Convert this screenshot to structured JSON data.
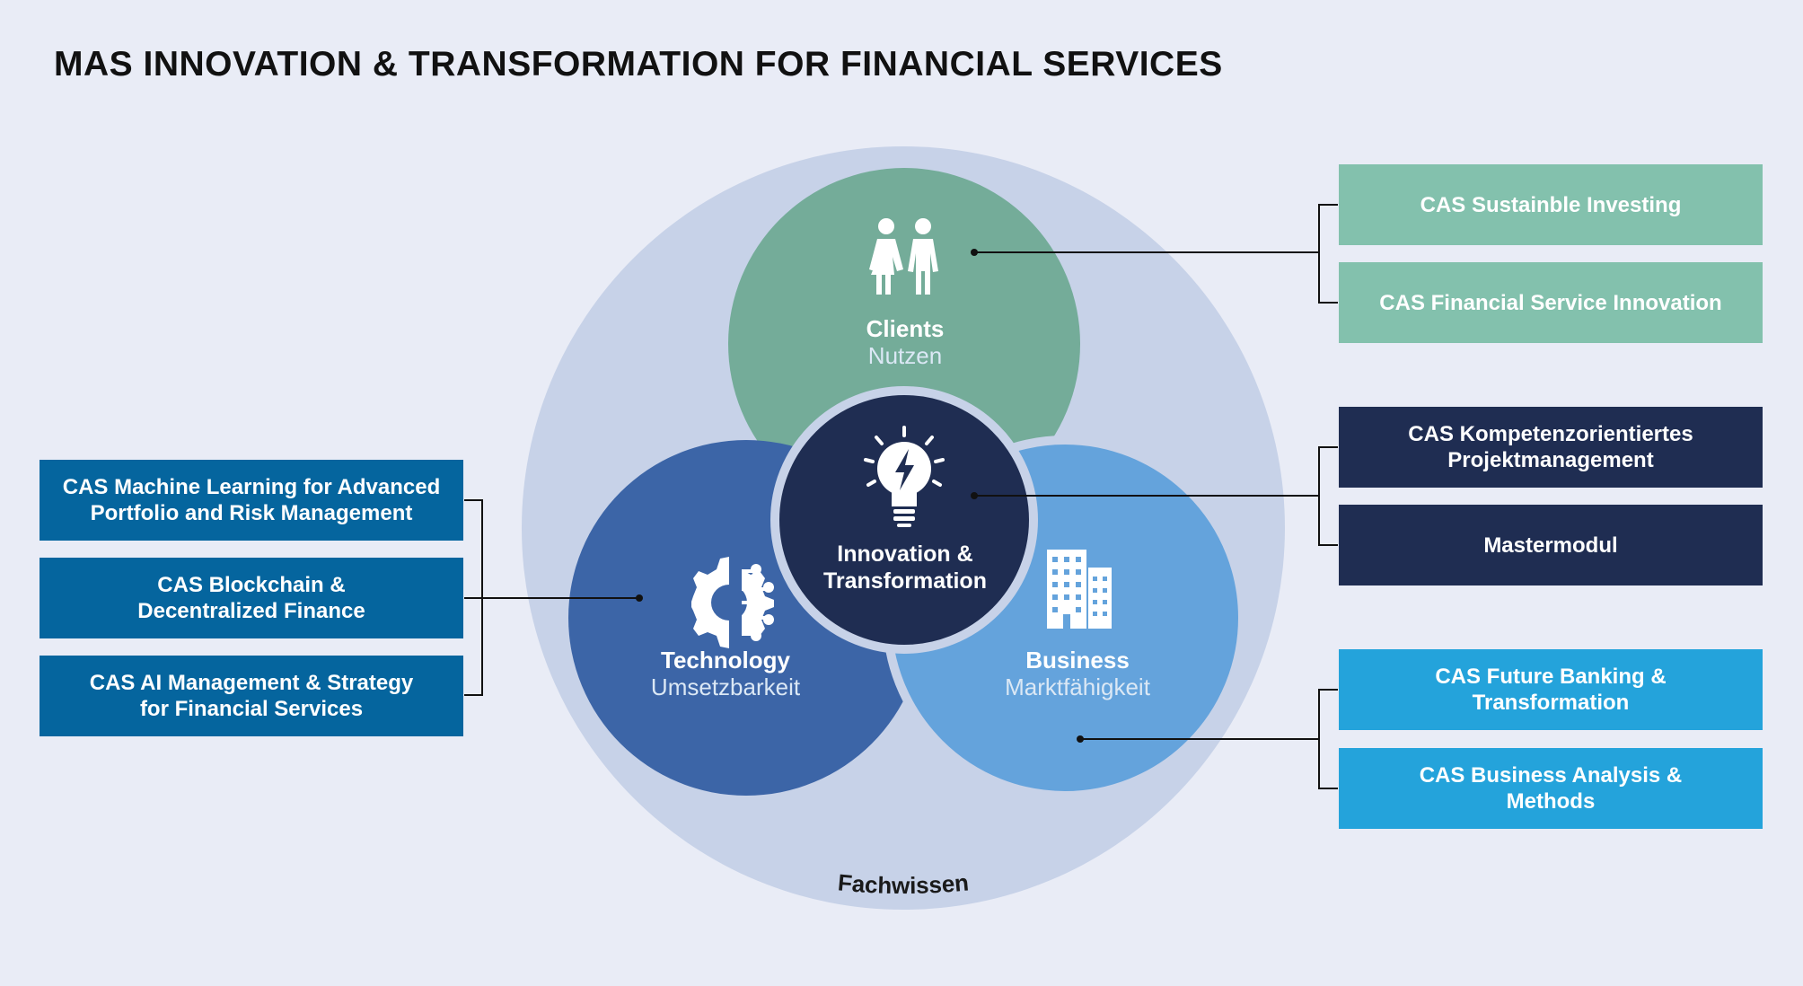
{
  "title": "MAS INNOVATION & TRANSFORMATION FOR FINANCIAL SERVICES",
  "outer_label": "Fachwissen",
  "circles": {
    "clients": {
      "title": "Clients",
      "subtitle": "Nutzen",
      "icon": "people-icon",
      "color": "#74ac99"
    },
    "technology": {
      "title": "Technology",
      "subtitle": "Umsetzbarkeit",
      "icon": "gear-circuit-icon",
      "color": "#3c65a7"
    },
    "business": {
      "title": "Business",
      "subtitle": "Marktfähigkeit",
      "icon": "building-icon",
      "color": "#64a3dc"
    },
    "center": {
      "title1": "Innovation &",
      "title2": "Transformation",
      "icon": "lightbulb-icon",
      "color": "#1f2d52"
    }
  },
  "boxes": {
    "green": [
      {
        "line1": "CAS Sustainble Investing"
      },
      {
        "line1": "CAS Financial Service Innovation"
      }
    ],
    "navy": [
      {
        "line1": "CAS Kompetenzorientiertes",
        "line2": "Projektmanagement"
      },
      {
        "line1": "Mastermodul"
      }
    ],
    "cyan": [
      {
        "line1": "CAS Future Banking &",
        "line2": "Transformation"
      },
      {
        "line1": "CAS Business Analysis &",
        "line2": "Methods"
      }
    ],
    "blue": [
      {
        "line1": "CAS Machine Learning for Advanced",
        "line2": "Portfolio and Risk Management"
      },
      {
        "line1": "CAS Blockchain &",
        "line2": "Decentralized Finance"
      },
      {
        "line1": "CAS AI Management & Strategy",
        "line2": "for Financial Services"
      }
    ]
  },
  "colors": {
    "background": "#e9ecf6",
    "outer_circle": "#c7d2e8",
    "green_box": "#83c1ad",
    "navy_box": "#1f2d52",
    "cyan_box": "#24a3db",
    "blue_box": "#05659e"
  }
}
